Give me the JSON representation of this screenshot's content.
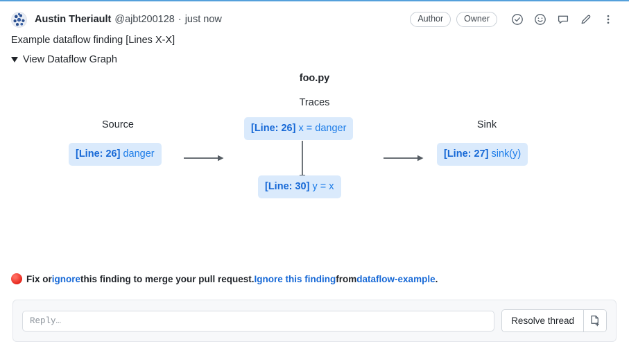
{
  "header": {
    "avatar_name": "user-avatar",
    "author": "Austin Theriault",
    "handle": "@ajbt200128",
    "separator": "·",
    "timestamp": "just now",
    "badges": [
      "Author",
      "Owner"
    ],
    "icons": [
      "check-circle-icon",
      "emoji-icon",
      "comment-icon",
      "pencil-icon",
      "kebab-menu-icon"
    ]
  },
  "comment": {
    "text": "Example dataflow finding [Lines X-X]",
    "disclosure_label": "View Dataflow Graph",
    "disclosure_expanded": true
  },
  "graph": {
    "file_title": "foo.py",
    "traces_label": "Traces",
    "source_label": "Source",
    "sink_label": "Sink",
    "source_node": {
      "line": "[Line: 26]",
      "code": "danger"
    },
    "trace_nodes": [
      {
        "line": "[Line: 26]",
        "code": "x = danger"
      },
      {
        "line": "[Line: 30]",
        "code": "y = x"
      }
    ],
    "sink_node": {
      "line": "[Line: 27]",
      "code": "sink(y)"
    },
    "node_bg": "#daeafc",
    "node_fg": "#1668d6",
    "arrow_color": "#555c63"
  },
  "finding": {
    "prefix": "Fix or ",
    "ignore_link": "ignore",
    "middle": " this finding to merge your pull request. ",
    "ignore_finding_link": "Ignore this finding",
    "from_text": " from ",
    "rule_link": "dataflow-example",
    "suffix": ".",
    "status_color": "#e5251b"
  },
  "reply": {
    "placeholder": "Reply…",
    "value": "",
    "resolve_label": "Resolve thread",
    "attach_icon": "new-file-icon"
  }
}
